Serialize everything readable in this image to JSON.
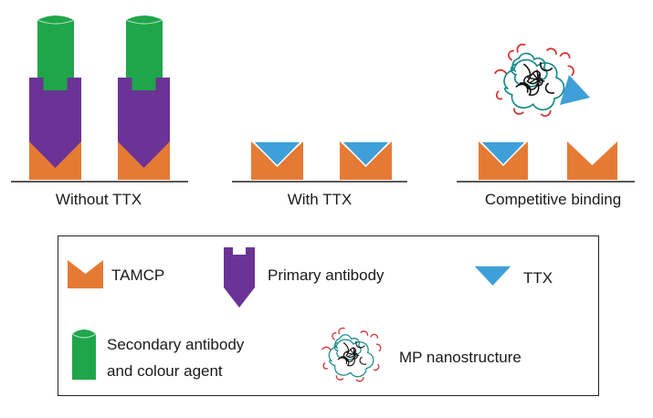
{
  "captions": {
    "without_ttx": "Without TTX",
    "with_ttx": "With TTX",
    "competitive": "Competitive binding"
  },
  "legend": {
    "tamcp": "TAMCP",
    "primary_antibody": "Primary antibody",
    "ttx": "TTX",
    "secondary_line1": "Secondary antibody",
    "secondary_line2": "and colour agent",
    "mp": "MP nanostructure"
  },
  "colors": {
    "tamcp": "#e57a35",
    "primary_antibody": "#6b3396",
    "ttx": "#3f9fd8",
    "secondary": "#1fa64a",
    "mp_teal": "#1a8a8a",
    "mp_red": "#d42a2a",
    "mp_black": "#111111",
    "baseline": "#222222"
  },
  "icons": {
    "tamcp": "tamcp-notched-block-icon",
    "primary_antibody": "primary-antibody-arrow-icon",
    "ttx": "ttx-triangle-icon",
    "secondary": "secondary-antibody-cylinder-icon",
    "mp": "mp-nanostructure-icon"
  }
}
